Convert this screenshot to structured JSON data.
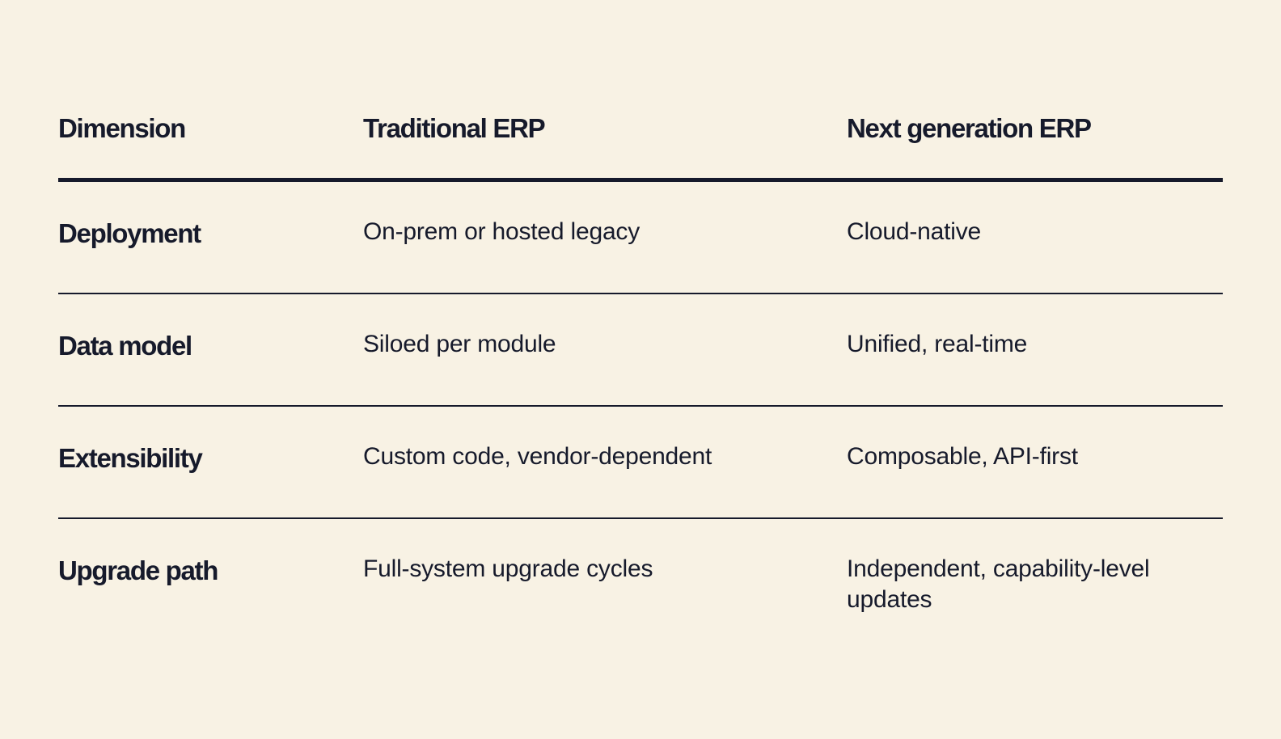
{
  "table": {
    "headers": [
      "Dimension",
      "Traditional ERP",
      "Next generation ERP"
    ],
    "rows": [
      [
        "Deployment",
        "On-prem or hosted legacy",
        "Cloud-native"
      ],
      [
        "Data model",
        "Siloed per module",
        "Unified, real-time"
      ],
      [
        "Extensibility",
        "Custom code, vendor-dependent",
        "Composable, API-first"
      ],
      [
        "Upgrade path",
        "Full-system upgrade cycles",
        "Independent, capability-level updates"
      ]
    ]
  },
  "colors": {
    "background": "#f8f2e4",
    "text": "#161a2b",
    "rule": "#161a2b"
  }
}
